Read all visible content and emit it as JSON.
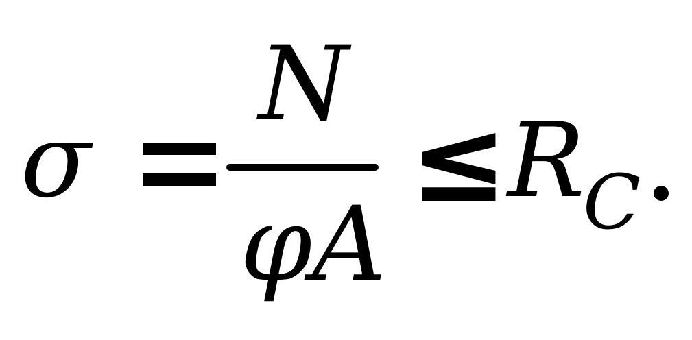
{
  "formula": {
    "lhs_symbol": "σ",
    "equals_symbol": "=",
    "numerator": "N",
    "denominator": "φA",
    "relation_symbol": "≤",
    "rhs_symbol": "R",
    "rhs_subscript": "C",
    "terminal_punctuation": "."
  }
}
